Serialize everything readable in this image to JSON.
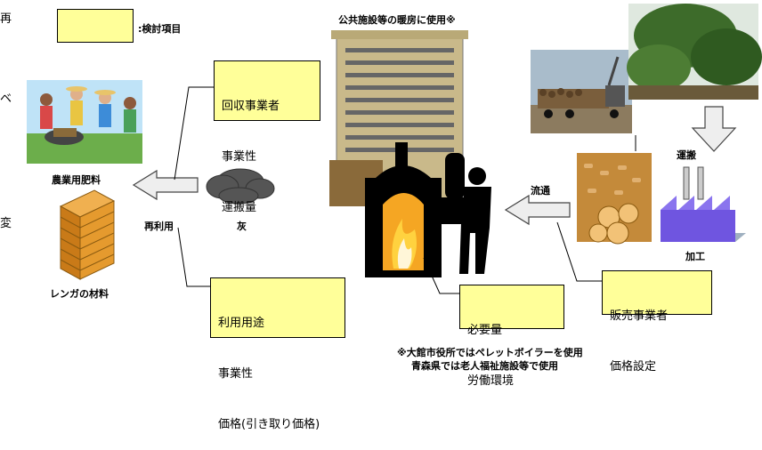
{
  "edge_chars": [
    "再",
    "ベ",
    "変"
  ],
  "legend": {
    "label": ":検討項目"
  },
  "top_caption": "公共施設等の暖房に使用※",
  "labels": {
    "fertilizer": "農業用肥料",
    "brick": "レンガの材料",
    "reuse": "再利用",
    "ash": "灰",
    "distribution": "流通",
    "transport": "運搬",
    "processing": "加工"
  },
  "boxes": {
    "collection": [
      "回収事業者",
      "事業性",
      "運搬量"
    ],
    "usage": [
      "利用用途",
      "事業性",
      "価格(引き取り価格)"
    ],
    "required": [
      "必要量",
      "労働環境"
    ],
    "sales": [
      "販売事業者",
      "価格設定"
    ]
  },
  "footnote": [
    "※大館市役所ではペレットボイラーを使用",
    "青森県では老人福祉施設等で使用"
  ],
  "colors": {
    "note_fill": "#ffff99",
    "arrow_fill": "#eeeeee",
    "flame": "#f5a623",
    "factory": "#6f55e0"
  }
}
